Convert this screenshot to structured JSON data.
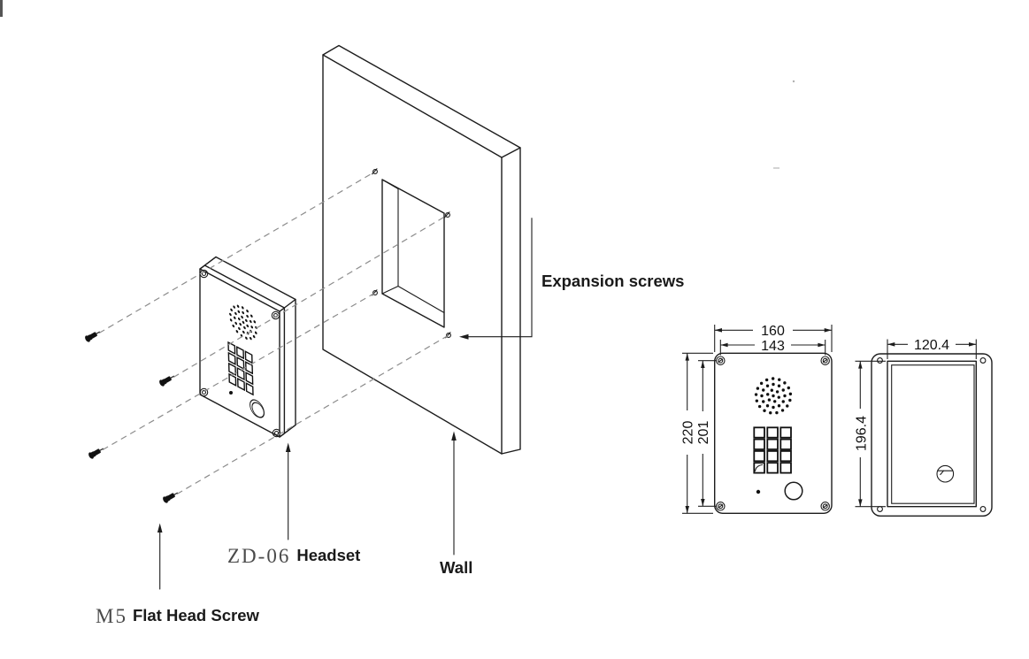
{
  "diagram": {
    "background": "#ffffff",
    "line_color": "#1c1c1c",
    "guide_color": "#8c8c8c",
    "callouts": {
      "expansion_screws": "Expansion screws",
      "headset_model": "ZD-06",
      "headset_label": "Headset",
      "wall_label": "Wall",
      "screw_model": "M5",
      "screw_label": "Flat Head Screw"
    },
    "front_view_dimensions": {
      "overall_width_mm": "160",
      "mount_hole_spacing_width_mm": "143",
      "overall_height_mm": "220",
      "mount_hole_spacing_height_mm": "201"
    },
    "side_view_dimensions": {
      "embedded_box_width_mm": "120.4",
      "embedded_box_height_mm": "196.4"
    }
  }
}
